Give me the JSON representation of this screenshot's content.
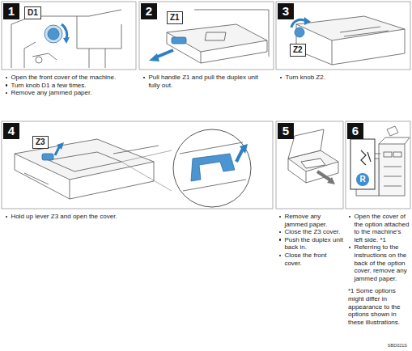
{
  "diagram": {
    "nodes": [
      {
        "text": [
          "1"
        ]
      },
      {
        "text": [
          "D1"
        ]
      },
      {
        "text": [
          "2"
        ]
      },
      {
        "text": [
          "Z1"
        ]
      },
      {
        "text": [
          "3"
        ]
      },
      {
        "text": [
          "Z2"
        ]
      },
      {
        "text": [
          "4"
        ]
      },
      {
        "text": [
          "Z3"
        ]
      },
      {
        "text": [
          "5"
        ]
      },
      {
        "text": [
          "6"
        ]
      },
      {
        "text": [
          "R"
        ]
      }
    ],
    "labels": [
      "Open the front cover of the machine.",
      "Turn knob D1 a few times.",
      "Remove any jammed paper.",
      "Pull handle Z1 and pull the duplex unit fully out.",
      "Turn knob Z2.",
      "Hold up lever Z3 and open the cover.",
      "Remove any jammed paper.",
      "Close the Z3 cover.",
      "Push the duplex unit back in.",
      "Close the front cover.",
      "Open the cover of the option attached to the machine's left side. *1",
      "Referring to the instructions on the back of the option cover, remove any jammed paper.",
      "*1 Some options might differ in appearance to the options shown in these illustrations.",
      "SBD021S"
    ]
  }
}
